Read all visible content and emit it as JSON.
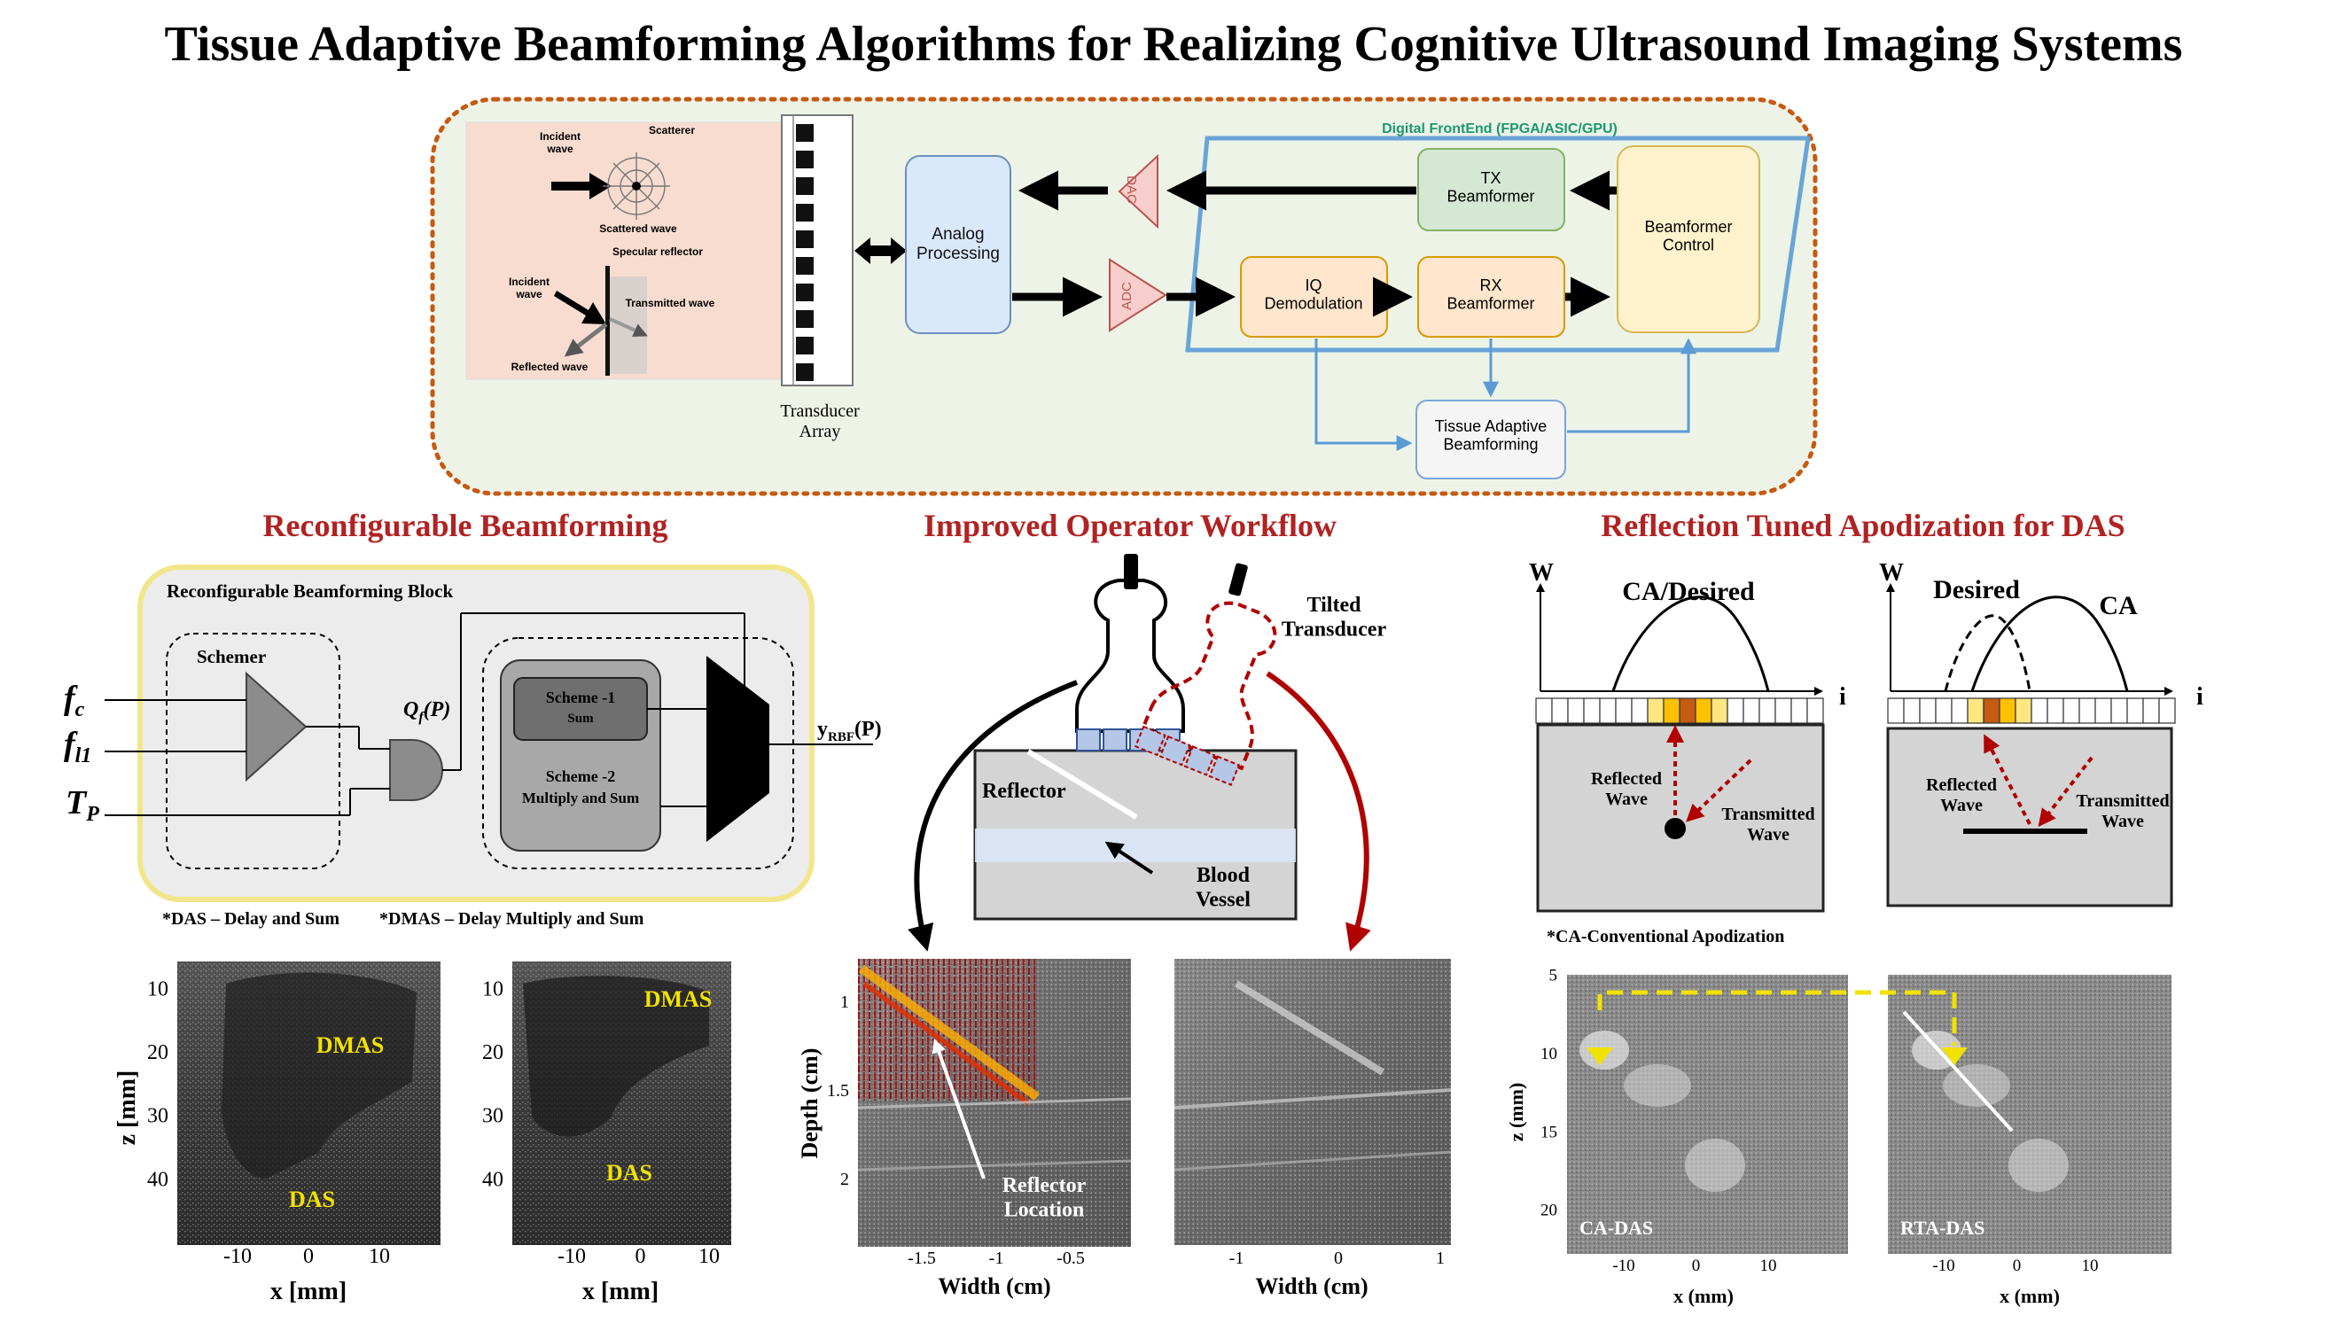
{
  "title": "Tissue Adaptive Beamforming Algorithms for Realizing Cognitive Ultrasound Imaging Systems",
  "colors": {
    "section_heading": "#b22222",
    "accent_yellow": "#f2e200",
    "border_orange": "#c55a11",
    "fe_blue": "#5b9bd5",
    "fe_label_green": "#1a9a6e"
  },
  "overview": {
    "scatter": {
      "incident_wave_1": "Incident\nwave",
      "scatterer": "Scatterer",
      "scattered_wave": "Scattered wave",
      "specular_reflector": "Specular reflector",
      "incident_wave_2": "Incident\nwave",
      "transmitted_wave": "Transmitted wave",
      "reflected_wave": "Reflected wave"
    },
    "transducer_label": "Transducer\nArray",
    "analog_processing": "Analog\nProcessing",
    "dac": "DAC",
    "adc": "ADC",
    "digital_frontend": "Digital FrontEnd (FPGA/ASIC/GPU)",
    "tx_beamformer": "TX\nBeamformer",
    "rx_beamformer": "RX\nBeamformer",
    "iq_demodulation": "IQ\nDemodulation",
    "beamformer_control": "Beamformer\nControl",
    "tissue_adaptive": "Tissue Adaptive\nBeamforming"
  },
  "reconfig": {
    "heading": "Reconfigurable Beamforming",
    "block_title": "Reconfigurable Beamforming Block",
    "schemer": "Schemer",
    "input_fc": "f",
    "input_fc_sub": "c",
    "input_fl1": "f",
    "input_fl1_sub": "l1",
    "input_tp": "T",
    "input_tp_sub": "P",
    "qf": "Q",
    "qf_sub": "f",
    "qf_arg": "(P)",
    "scheme1_title": "Scheme -1",
    "scheme1_sub": "Sum",
    "scheme2_title": "Scheme -2",
    "scheme2_sub": "Multiply and Sum",
    "output": "y",
    "output_sub": "RBF",
    "output_arg": "(P)",
    "footnote_das": "*DAS – Delay and Sum",
    "footnote_dmas": "*DMAS – Delay Multiply and Sum",
    "plot1": {
      "ylabel": "z [mm]",
      "xlabel": "x [mm]",
      "yticks": [
        "10",
        "20",
        "30",
        "40"
      ],
      "xticks": [
        "-10",
        "0",
        "10"
      ],
      "label_top": "DMAS",
      "label_bottom": "DAS"
    },
    "plot2": {
      "xlabel": "x [mm]",
      "yticks": [
        "10",
        "20",
        "30",
        "40"
      ],
      "xticks": [
        "-10",
        "0",
        "10"
      ],
      "label_top": "DMAS",
      "label_bottom": "DAS"
    }
  },
  "workflow": {
    "heading": "Improved Operator Workflow",
    "tilted": "Tilted\nTransducer",
    "reflector": "Reflector",
    "blood_vessel": "Blood\nVessel",
    "plot1": {
      "ylabel": "Depth (cm)",
      "xlabel": "Width (cm)",
      "yticks": [
        "1",
        "1.5",
        "2"
      ],
      "xticks": [
        "-1.5",
        "-1",
        "-0.5"
      ],
      "annotation": "Reflector\nLocation"
    },
    "plot2": {
      "xlabel": "Width (cm)",
      "xticks": [
        "-1",
        "0",
        "1"
      ]
    }
  },
  "rta": {
    "heading": "Reflection Tuned Apodization for DAS",
    "left": {
      "w": "W",
      "i": "i",
      "curve_label": "CA/Desired",
      "reflected": "Reflected\nWave",
      "transmitted": "Transmitted\nWave"
    },
    "right": {
      "w": "W",
      "i": "i",
      "desired": "Desired",
      "ca": "CA",
      "reflected": "Reflected\nWave",
      "transmitted": "Transmitted\nWave"
    },
    "footnote": "*CA-Conventional Apodization",
    "plot1": {
      "ylabel": "z (mm)",
      "xlabel": "x (mm)",
      "yticks": [
        "5",
        "10",
        "15",
        "20"
      ],
      "xticks": [
        "-10",
        "0",
        "10"
      ],
      "label": "CA-DAS"
    },
    "plot2": {
      "xlabel": "x (mm)",
      "xticks": [
        "-10",
        "0",
        "10"
      ],
      "label": "RTA-DAS"
    }
  }
}
